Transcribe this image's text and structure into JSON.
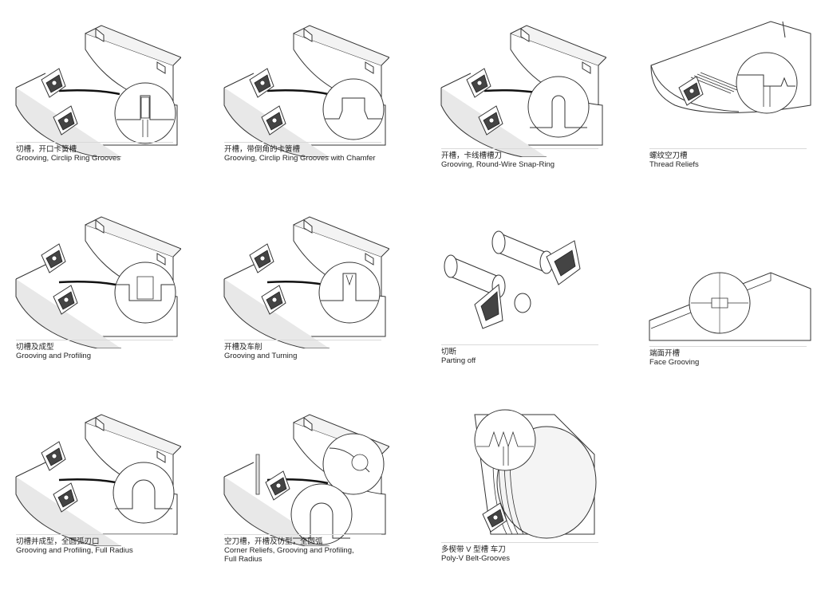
{
  "colors": {
    "stroke": "#333333",
    "fill": "#ffffff",
    "shade": "#e6e6e6",
    "dark": "#222222"
  },
  "items": [
    {
      "zh": "切槽，开口卡簧槽",
      "en": "Grooving, Circlip Ring Grooves",
      "icon": "groove-circlip-icon"
    },
    {
      "zh": "开槽，带倒角的卡簧槽",
      "en": "Grooving, Circlip Ring Grooves with Chamfer",
      "icon": "groove-chamfer-icon"
    },
    {
      "zh": "开槽，卡线槽槽刀",
      "en": "Grooving, Round-Wire Snap-Ring",
      "icon": "groove-roundwire-icon"
    },
    {
      "zh": "螺纹空刀槽",
      "en": "Thread Reliefs",
      "icon": "thread-relief-icon"
    },
    {
      "zh": "切槽及成型",
      "en": "Grooving and Profiling",
      "icon": "groove-profile-icon"
    },
    {
      "zh": "开槽及车削",
      "en": "Grooving and Turning",
      "icon": "groove-turning-icon"
    },
    {
      "zh": "切断",
      "en": "Parting off",
      "icon": "parting-off-icon"
    },
    {
      "zh": "端面开槽",
      "en": "Face Grooving",
      "icon": "face-groove-icon"
    },
    {
      "zh": "切槽并成型，全圆弧刃口",
      "en": "Grooving and Profiling, Full Radius",
      "icon": "full-radius-icon"
    },
    {
      "zh": "空刀槽，开槽及仿型，全圆弧",
      "en": "Corner Reliefs, Grooving and Profiling, Full Radius",
      "icon": "corner-relief-icon"
    },
    {
      "zh": "多楔带 V 型槽 车刀",
      "en": "Poly-V Belt-Grooves",
      "icon": "poly-v-icon"
    }
  ]
}
